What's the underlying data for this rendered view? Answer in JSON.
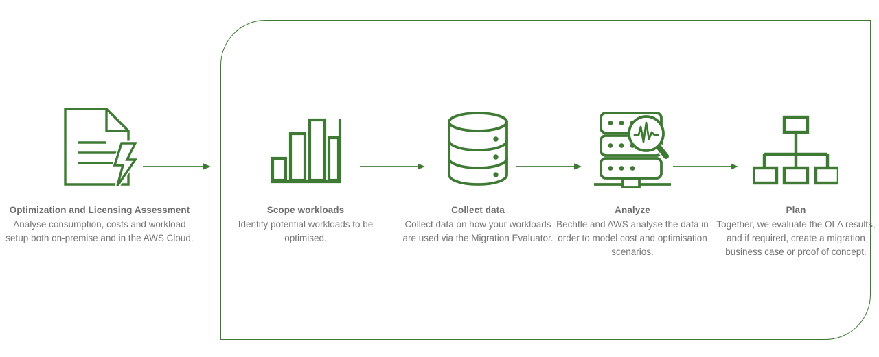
{
  "theme": {
    "accent_green": "#3e7a33",
    "title_gray": "#6e6e6e",
    "body_gray": "#757575",
    "background": "#ffffff"
  },
  "steps": [
    {
      "id": "optimization-and-licensing-assessment",
      "icon": "document-with-lightning-bolt-icon",
      "title": "Optimization and Licensing Assessment",
      "description": "Analyse consumption, costs and workload setup both on-premise and in the AWS Cloud."
    },
    {
      "id": "scope-workloads",
      "icon": "bar-chart-icon",
      "title": "Scope workloads",
      "description": "Identify potential workloads to be optimised."
    },
    {
      "id": "collect-data",
      "icon": "database-icon",
      "title": "Collect data",
      "description": "Collect data on how your workloads are used via the Migration Evaluator."
    },
    {
      "id": "analyze",
      "icon": "server-rack-with-magnifier-pulse-icon",
      "title": "Analyze",
      "description": "Bechtle and AWS analyse the data in order to model cost and optimisation scenarios."
    },
    {
      "id": "plan",
      "icon": "org-chart-icon",
      "title": "Plan",
      "description": "Together, we evaluate the OLA results, and if required, create a migration business case or proof of concept."
    }
  ],
  "arrows": [
    {
      "id": "arrow-assessment-to-scope",
      "icon": "arrow-right-icon"
    },
    {
      "id": "arrow-scope-to-collect",
      "icon": "arrow-right-icon"
    },
    {
      "id": "arrow-collect-to-analyze",
      "icon": "arrow-right-icon"
    },
    {
      "id": "arrow-analyze-to-plan",
      "icon": "arrow-right-icon"
    }
  ],
  "container": {
    "id": "process-phase-frame",
    "label": ""
  }
}
